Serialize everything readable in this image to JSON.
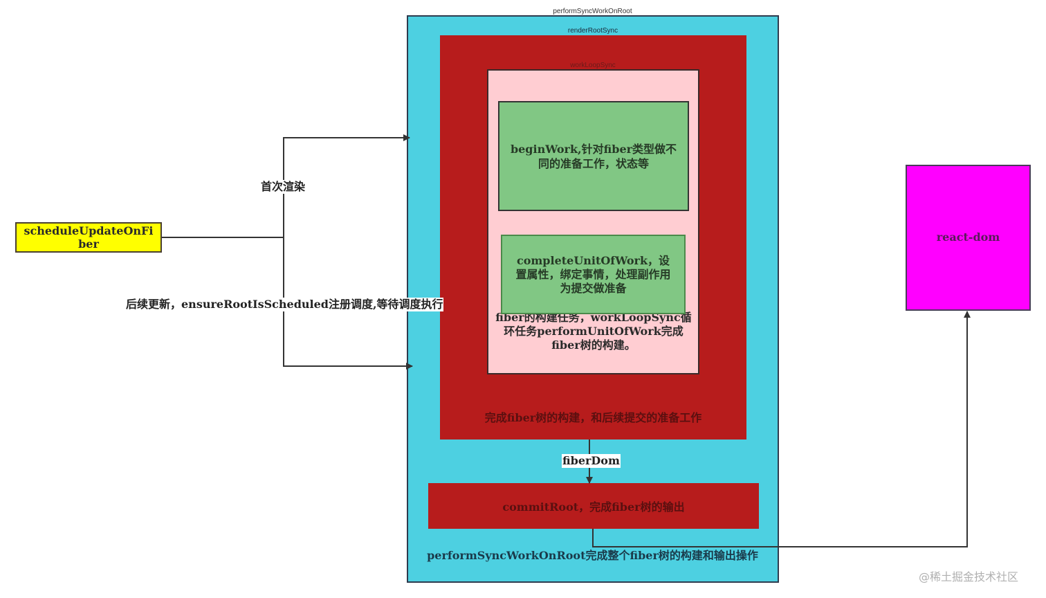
{
  "colors": {
    "outer_box": "#4dd0e1",
    "render_box": "#b71c1c",
    "workloop_box": "#ffcdd2",
    "green_box": "#81c784",
    "schedule_box": "#ffff00",
    "react_dom_box": "#ff00ff",
    "line": "#333333"
  },
  "nodes": {
    "perform_sync": {
      "title": "performSyncWorkOnRoot",
      "description": "performSyncWorkOnRoot完成整个fiber树的构建和输出操作"
    },
    "render_root": {
      "title": "renderRootSync",
      "description": "完成fiber树的构建，和后续提交的准备工作"
    },
    "work_loop": {
      "title": "workLoopSync",
      "description": "fiber的构建任务，workLoopSync循环任务performUnitOfWork完成fiber树的构建。"
    },
    "begin_work": {
      "label": "beginWork,针对fiber类型做不同的准备工作，状态等"
    },
    "complete_unit": {
      "label": "completeUnitOfWork，设置属性，绑定事情，处理副作用为提交做准备"
    },
    "commit_root": {
      "label": "commitRoot，完成fiber树的输出"
    },
    "schedule_update": {
      "label": "scheduleUpdateOnFiber"
    },
    "react_dom": {
      "label": "react-dom"
    }
  },
  "edges": {
    "first_render": "首次渲染",
    "later_update": "后续更新，ensureRootIsScheduled注册调度,等待调度执行",
    "fiber_dom": "fiberDom"
  },
  "watermark": "@稀土掘金技术社区"
}
